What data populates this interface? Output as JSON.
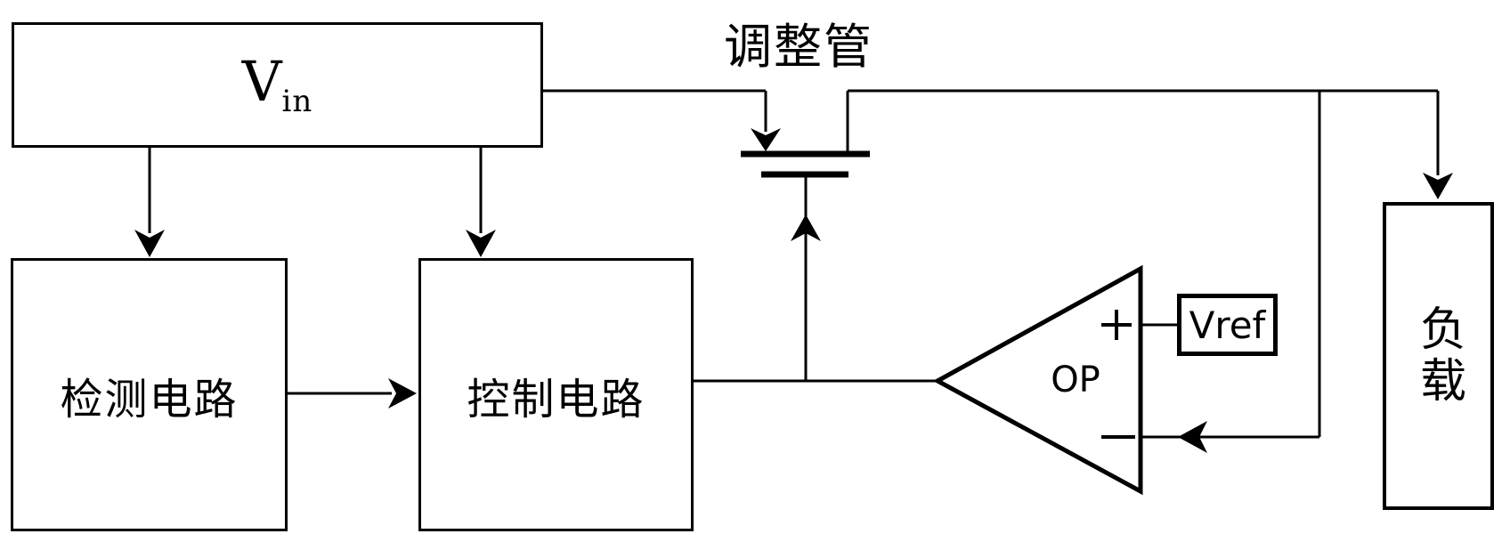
{
  "diagram": {
    "title": "调整管",
    "vin_box": {
      "label_main": "V",
      "label_sub": "in"
    },
    "detection_box": {
      "label": "检测电路"
    },
    "control_box": {
      "label": "控制电路"
    },
    "opamp": {
      "label": "OP",
      "plus_symbol": "+",
      "minus_symbol": "−"
    },
    "vref_box": {
      "label": "Vref"
    },
    "load_box": {
      "label": "负载"
    },
    "colors": {
      "line": "#000000",
      "background": "#ffffff"
    }
  }
}
